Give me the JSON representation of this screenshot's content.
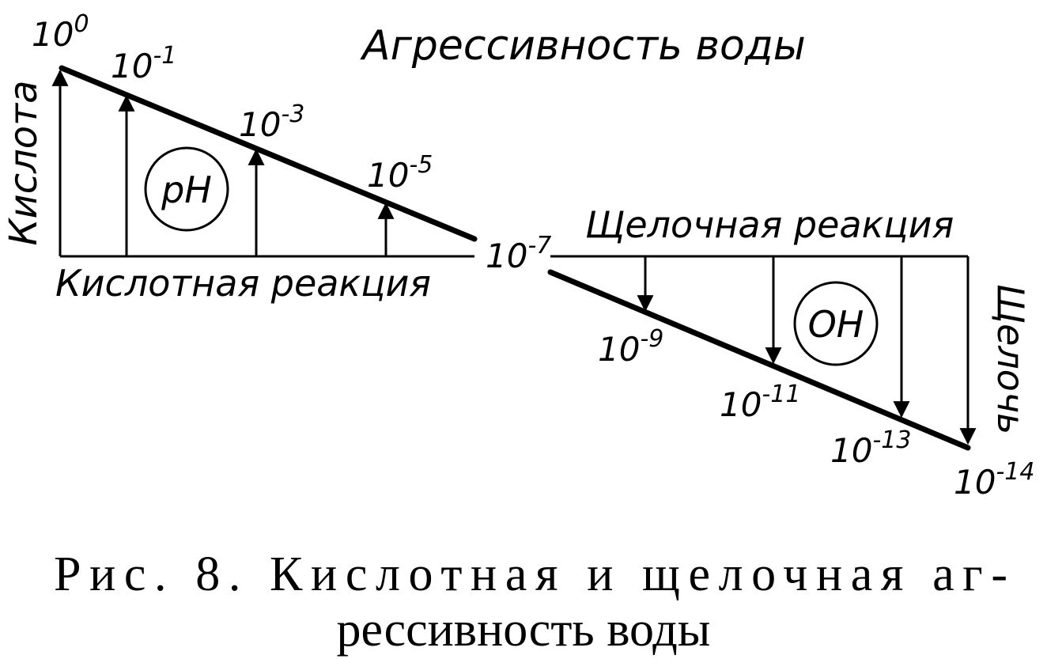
{
  "title": "Агрессивность воды",
  "acid": {
    "axis_label": "Кислота",
    "baseline_label": "Кислотная реакция",
    "circle_label": "pH",
    "powers": [
      {
        "base": "10",
        "exp": "0"
      },
      {
        "base": "10",
        "exp": "-1"
      },
      {
        "base": "10",
        "exp": "-3"
      },
      {
        "base": "10",
        "exp": "-5"
      }
    ]
  },
  "neutral": {
    "base": "10",
    "exp": "-7"
  },
  "alkali": {
    "axis_label": "Щелочь",
    "baseline_label": "Щелочная реакция",
    "circle_label": "OH",
    "powers": [
      {
        "base": "10",
        "exp": "-9"
      },
      {
        "base": "10",
        "exp": "-11"
      },
      {
        "base": "10",
        "exp": "-13"
      },
      {
        "base": "10",
        "exp": "-14"
      }
    ]
  },
  "caption": {
    "line1": "Рис. 8. Кислотная и щелочная аг-",
    "line2": "рессивность воды"
  }
}
